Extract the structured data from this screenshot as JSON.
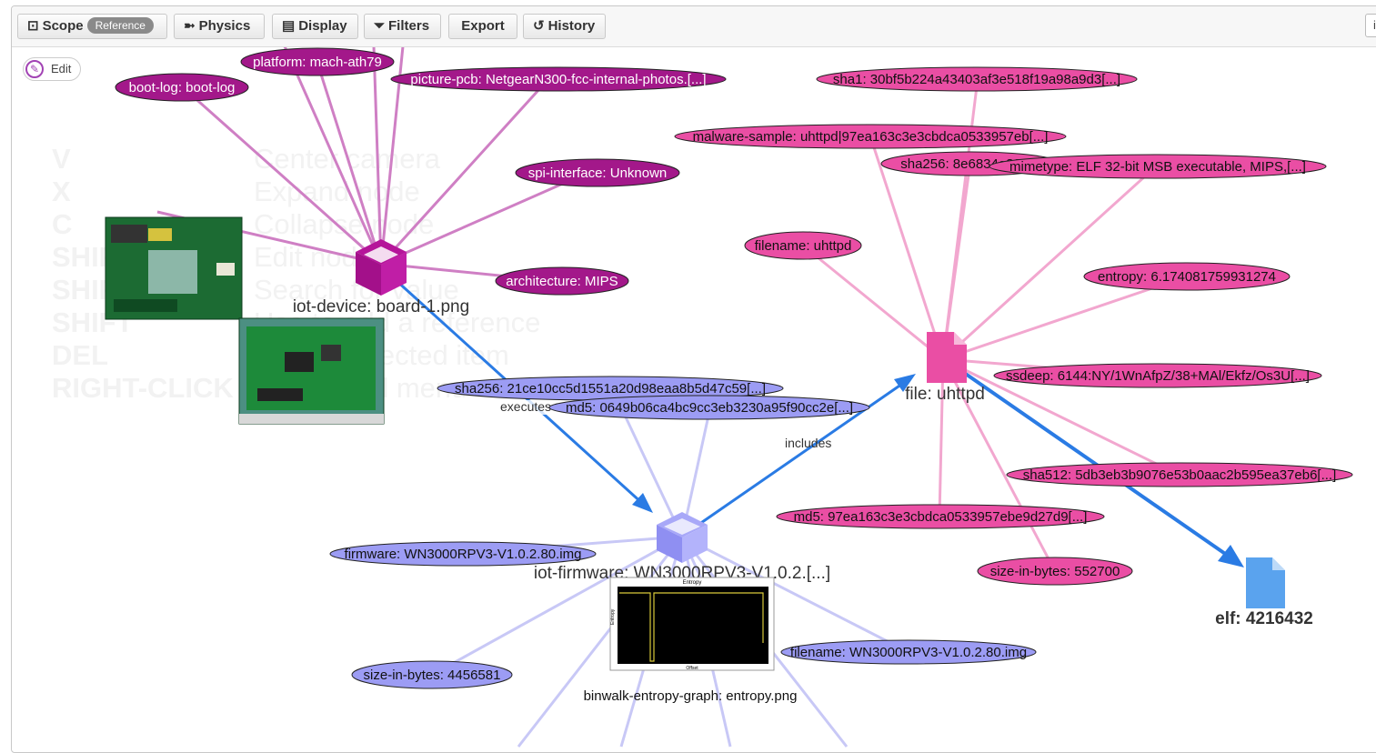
{
  "toolbar": {
    "scope_label": "Scope",
    "scope_badge": "Reference",
    "physics_label": "Physics",
    "display_label": "Display",
    "filters_label": "Filters",
    "export_label": "Export",
    "history_label": "History",
    "search_value": "iot-fi"
  },
  "edit_label": "Edit",
  "shortcuts": [
    {
      "key": "V",
      "action": "Center camera"
    },
    {
      "key": "X",
      "action": "Expand node"
    },
    {
      "key": "C",
      "action": "Collapse node"
    },
    {
      "key": "SHIFT",
      "action": "Edit node"
    },
    {
      "key": "SHIFT",
      "action": "Search for value"
    },
    {
      "key": "SHIFT",
      "action": "Use to add a reference"
    },
    {
      "key": "DEL",
      "action": "Delete selected item"
    },
    {
      "key": "RIGHT-CLICK",
      "action": "Contextual menu"
    }
  ],
  "nodes": {
    "iot_device": "iot-device: board-1.png",
    "iot_firmware": "iot-firmware: WN3000RPV3-V1.0.2.[...]",
    "file_uhttpd": "file: uhttpd",
    "elf": "elf: 4216432",
    "entropy_graph": "binwalk-entropy-graph: entropy.png"
  },
  "device_attributes": [
    "boot-log: boot-log",
    "platform: mach-ath79",
    "picture-pcb: NetgearN300-fcc-internal-photos.[...]",
    "spi-interface: Unknown",
    "architecture: MIPS"
  ],
  "firmware_attributes": [
    "sha256: 21ce10cc5d1551a20d98eaa8b5d47c59[...]",
    "md5: 0649b06ca4bc9cc3eb3230a95f90cc2e[...]",
    "firmware: WN3000RPV3-V1.0.2.80.img",
    "size-in-bytes: 4456581",
    "filename: WN3000RPV3-V1.0.2.80.img"
  ],
  "file_attributes": [
    "sha1: 30bf5b224a43403af3e518f19a98a9d3[...]",
    "malware-sample: uhttpd|97ea163c3e3cbdca0533957eb[...]",
    "sha256: 8e6834e838...",
    "mimetype: ELF 32-bit MSB executable, MIPS,[...]",
    "filename: uhttpd",
    "entropy: 6.174081759931274",
    "ssdeep: 6144:NY/1WnAfpZ/38+MAl/Ekfz/Os3U[...]",
    "sha512: 5db3eb3b9076e53b0aac2b595ea37eb6[...]",
    "md5: 97ea163c3e3cbdca0533957ebe9d27d9[...]",
    "size-in-bytes: 552700"
  ],
  "edges": {
    "executes": "executes",
    "includes": "includes"
  },
  "entropy_chart": {
    "title": "Entropy",
    "ylabel": "Entropy",
    "xlabel": "Offset"
  },
  "colors": {
    "device": "#a3188a",
    "device_edge": "#cf7fc4",
    "file": "#ea4ea4",
    "file_edge": "#f2a7cf",
    "firmware": "#9c9cf4",
    "firmware_edge": "#c8c8f6",
    "reference": "#2a7be4",
    "elf": "#5aa3ee"
  }
}
